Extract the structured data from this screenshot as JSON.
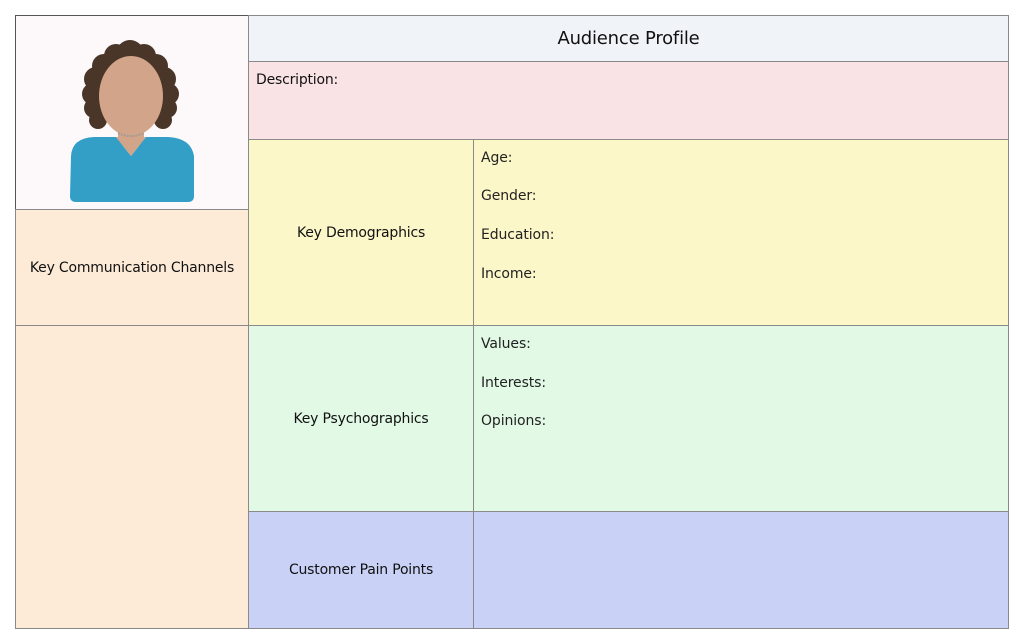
{
  "header": {
    "title": "Audience Profile"
  },
  "description": {
    "label": "Description:"
  },
  "left_column": {
    "portrait": "female-avatar-icon",
    "communication_channels_label": "Key Communication Channels"
  },
  "demographics": {
    "label": "Key Demographics",
    "fields": [
      "Age:",
      "Gender:",
      "Education:",
      "Income:"
    ]
  },
  "psychographics": {
    "label": "Key Psychographics",
    "fields": [
      "Values:",
      "Interests:",
      "Opinions:"
    ]
  },
  "pain_points": {
    "label": "Customer Pain Points"
  },
  "colors": {
    "header_bg": "#f0f3f8",
    "description_bg": "#fae3e5",
    "demographics_bg": "#fcf7c8",
    "psychographics_bg": "#e2f9e6",
    "pain_points_bg": "#c9d1f6",
    "left_column_bg": "#fdebd7",
    "portrait_bg": "#fdf9fa",
    "border": "#8a8a8a"
  }
}
